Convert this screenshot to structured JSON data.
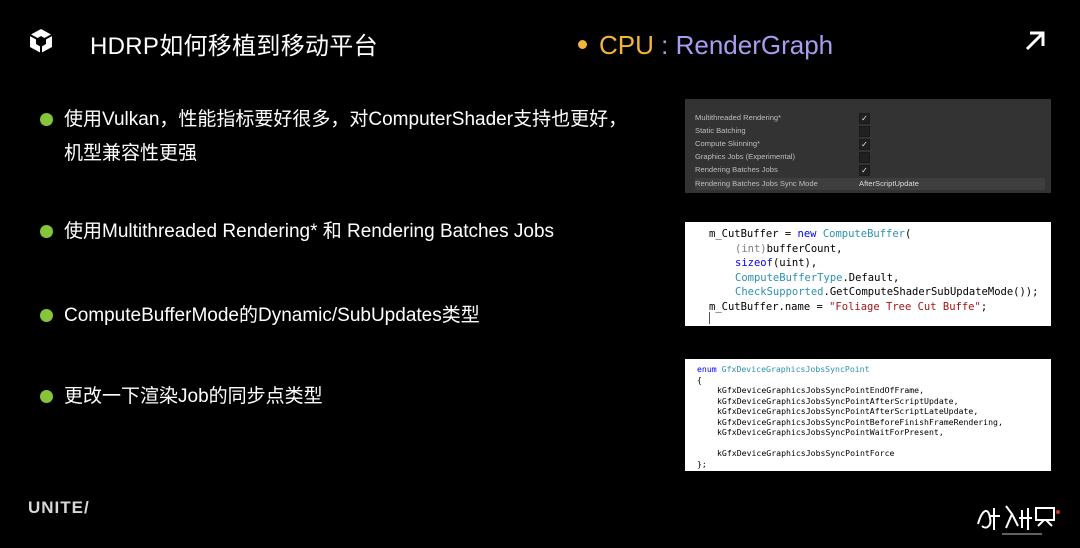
{
  "header": {
    "title": "HDRP如何移植到移动平台",
    "section_cpu": "CPU",
    "section_sep": " : ",
    "section_topic": "RenderGraph",
    "logo_icon": "unity-cube-logo",
    "corner_icon": "arrow-up-right-icon"
  },
  "bullets": [
    {
      "line1": "使用Vulkan，性能指标要好很多，对ComputerShader支持也更好，",
      "line2": "机型兼容性更强"
    },
    {
      "line1": " 使用Multithreaded Rendering*  和 Rendering Batches Jobs"
    },
    {
      "line1": "ComputeBufferMode的Dynamic/SubUpdates类型"
    },
    {
      "line1": " 更改一下渲染Job的同步点类型"
    }
  ],
  "settings_panel": {
    "rows": [
      {
        "label": "Multithreaded Rendering*",
        "checked": true
      },
      {
        "label": "Static Batching",
        "checked": false
      },
      {
        "label": "Compute Skinning*",
        "checked": true
      },
      {
        "label": "Graphics Jobs (Experimental)",
        "checked": false
      },
      {
        "label": "Rendering Batches Jobs",
        "checked": true
      }
    ],
    "sync_label": "Rendering Batches Jobs Sync Mode",
    "sync_value": "AfterScriptUpdate"
  },
  "code_panel": {
    "l1_a": "m_CutBuffer = ",
    "l1_new": "new",
    "l1_type": "ComputeBuffer",
    "l1_b": "(",
    "l2_cast": "(int)",
    "l2_b": "bufferCount,",
    "l3_kw": "sizeof",
    "l3_b": "(uint),",
    "l4_type": "ComputeBufferType",
    "l4_b": ".Default,",
    "l5_type": "CheckSupported",
    "l5_b": ".GetComputeShaderSubUpdateMode());",
    "l6_a": "m_CutBuffer.name = ",
    "l6_str": "\"Foliage Tree Cut Buffe\"",
    "l6_b": ";"
  },
  "enum_panel": {
    "kw": "enum",
    "name": "GfxDeviceGraphicsJobsSyncPoint",
    "open": "{",
    "items": [
      "kGfxDeviceGraphicsJobsSyncPointEndOfFrame,",
      "kGfxDeviceGraphicsJobsSyncPointAfterScriptUpdate,",
      "kGfxDeviceGraphicsJobsSyncPointAfterScriptLateUpdate,",
      "kGfxDeviceGraphicsJobsSyncPointBeforeFinishFrameRendering,",
      "kGfxDeviceGraphicsJobsSyncPointWaitForPresent,"
    ],
    "last": "kGfxDeviceGraphicsJobsSyncPointForce",
    "close": "};"
  },
  "footer": {
    "unite_logo": "UNITE/",
    "brand_logo_icon": "xianjian-world-logo"
  },
  "colors": {
    "accent_yellow": "#f2b43a",
    "accent_purple": "#a79cf0",
    "bullet_green": "#86c53a",
    "background": "#000000"
  }
}
